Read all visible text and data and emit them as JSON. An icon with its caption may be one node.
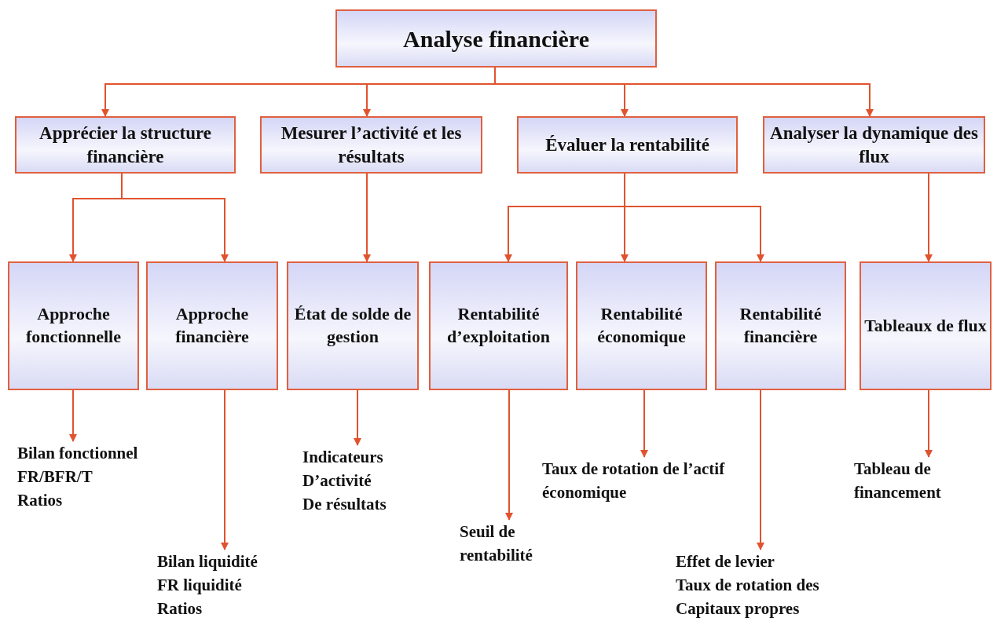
{
  "diagram": {
    "nodes": [
      {
        "text": [
          "Analyse financière"
        ]
      },
      {
        "text": [
          "Apprécier la structure financière"
        ]
      },
      {
        "text": [
          "Mesurer l’activité et les résultats"
        ]
      },
      {
        "text": [
          "Évaluer la rentabilité"
        ]
      },
      {
        "text": [
          "Analyser la dynamique des flux"
        ]
      },
      {
        "text": [
          "Approche fonctionnelle"
        ]
      },
      {
        "text": [
          "Approche financière"
        ]
      },
      {
        "text": [
          "État de solde de gestion"
        ]
      },
      {
        "text": [
          "Rentabilité d’exploitation"
        ]
      },
      {
        "text": [
          "Rentabilité économique"
        ]
      },
      {
        "text": [
          "Rentabilité financière"
        ]
      },
      {
        "text": [
          "Tableaux de flux"
        ]
      },
      {
        "text": [
          "Bilan fonctionnel",
          "FR/BFR/T",
          "Ratios"
        ]
      },
      {
        "text": [
          "Bilan liquidité",
          "FR liquidité",
          "Ratios"
        ]
      },
      {
        "text": [
          "Indicateurs",
          "D’activité",
          "De résultats"
        ]
      },
      {
        "text": [
          "Seuil de rentabilité"
        ]
      },
      {
        "text": [
          "Taux de rotation de l’actif économique"
        ]
      },
      {
        "text": [
          "Effet de levier",
          "Taux de rotation des Capitaux propres"
        ]
      },
      {
        "text": [
          "Tableau de financement"
        ]
      }
    ],
    "edges": [
      {
        "from": 0,
        "to": 1,
        "arrow": "to"
      },
      {
        "from": 0,
        "to": 2,
        "arrow": "to"
      },
      {
        "from": 0,
        "to": 3,
        "arrow": "to"
      },
      {
        "from": 0,
        "to": 4,
        "arrow": "to"
      },
      {
        "from": 1,
        "to": 5,
        "arrow": "to"
      },
      {
        "from": 1,
        "to": 6,
        "arrow": "to"
      },
      {
        "from": 2,
        "to": 7,
        "arrow": "to"
      },
      {
        "from": 3,
        "to": 8,
        "arrow": "to"
      },
      {
        "from": 3,
        "to": 9,
        "arrow": "to"
      },
      {
        "from": 3,
        "to": 10,
        "arrow": "to"
      },
      {
        "from": 4,
        "to": 11,
        "arrow": "to"
      },
      {
        "from": 5,
        "to": 12,
        "arrow": "to"
      },
      {
        "from": 6,
        "to": 13,
        "arrow": "to"
      },
      {
        "from": 7,
        "to": 14,
        "arrow": "to"
      },
      {
        "from": 8,
        "to": 15,
        "arrow": "to"
      },
      {
        "from": 9,
        "to": 16,
        "arrow": "to"
      },
      {
        "from": 10,
        "to": 17,
        "arrow": "to"
      },
      {
        "from": 11,
        "to": 18,
        "arrow": "to"
      }
    ]
  }
}
